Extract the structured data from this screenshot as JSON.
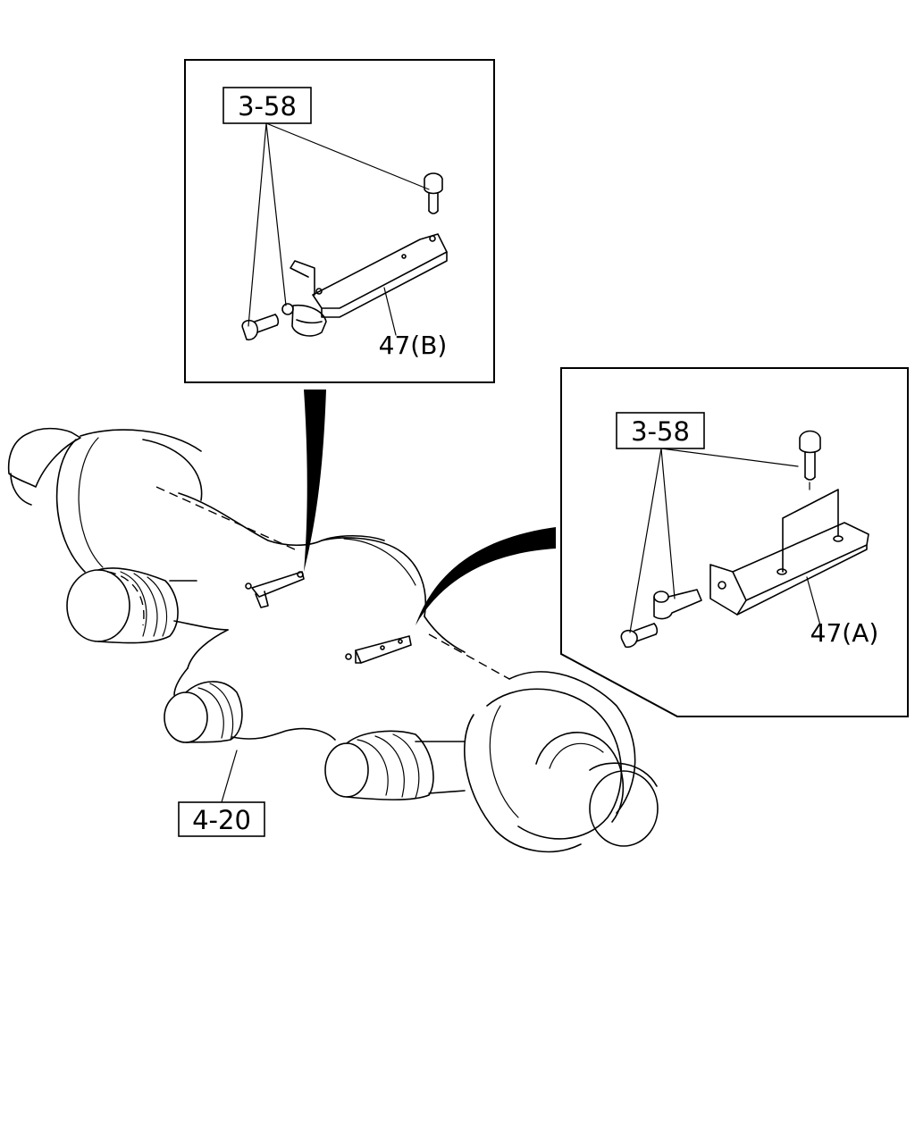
{
  "diagram": {
    "callouts": {
      "inset_b_ref": "3-58",
      "inset_b_part": "47(B)",
      "inset_a_ref": "3-58",
      "inset_a_part": "47(A)",
      "main_ref": "4-20"
    }
  }
}
